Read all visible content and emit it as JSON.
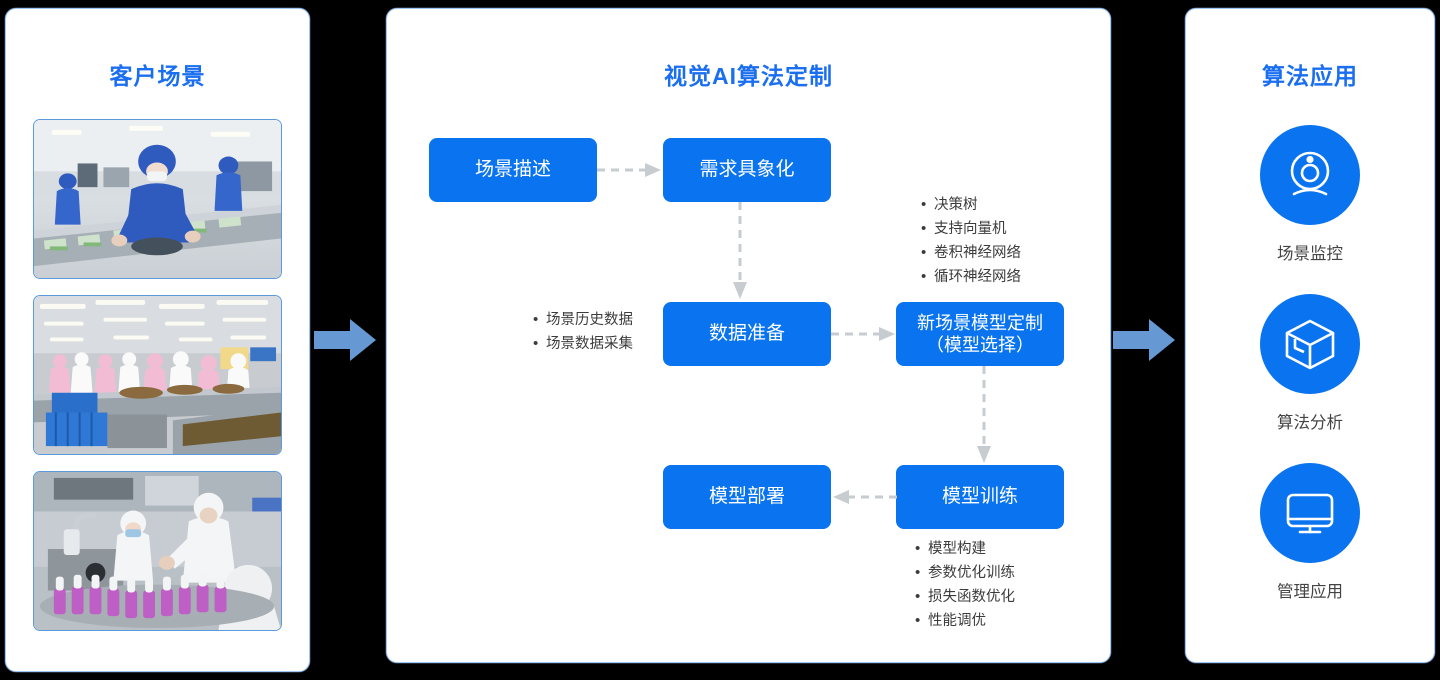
{
  "panels": {
    "customer": {
      "title": "客户场景",
      "photos": [
        {
          "name": "factory-cleanroom-conveyor-photo",
          "alt": "蓝色无尘服工人在流水线包装"
        },
        {
          "name": "food-processing-workshop-photo",
          "alt": "粉白色工作服工人在食品加工车间"
        },
        {
          "name": "bottling-line-cleanroom-photo",
          "alt": "白色无尘服工人在灌装紫色液体瓶"
        }
      ]
    },
    "center": {
      "title": "视觉AI算法定制",
      "boxes": {
        "scene_desc": "场景描述",
        "requirement": "需求具象化",
        "data_prep": "数据准备",
        "model_custom_line1": "新场景模型定制",
        "model_custom_line2": "（模型选择）",
        "model_deploy": "模型部署",
        "model_train": "模型训练"
      },
      "bullets": {
        "algorithms": [
          "决策树",
          "支持向量机",
          "卷积神经网络",
          "循环神经网络"
        ],
        "data": [
          "场景历史数据",
          "场景数据采集"
        ],
        "training": [
          "模型构建",
          "参数优化训练",
          "损失函数优化",
          "性能调优"
        ]
      }
    },
    "apply": {
      "title": "算法应用",
      "items": [
        {
          "icon": "webcam-monitor-icon",
          "label": "场景监控"
        },
        {
          "icon": "cube-box-icon",
          "label": "算法分析"
        },
        {
          "icon": "desktop-monitor-icon",
          "label": "管理应用"
        }
      ]
    }
  },
  "connectors": {
    "left_to_center": "arrow-right",
    "center_to_right": "arrow-right",
    "desc_to_req": "dashed-arrow-right",
    "req_to_prep": "dashed-arrow-down",
    "prep_to_model": "dashed-arrow-right",
    "model_to_train": "dashed-arrow-down",
    "train_to_deploy": "dashed-arrow-left"
  },
  "colors": {
    "brand_blue": "#0a74f0",
    "title_blue": "#1a6ef0",
    "panel_border": "#9ec5f5",
    "big_arrow": "#6699d4",
    "connector_gray": "#c7ccd1",
    "text_gray": "#3c3c3c",
    "background": "#000000"
  }
}
